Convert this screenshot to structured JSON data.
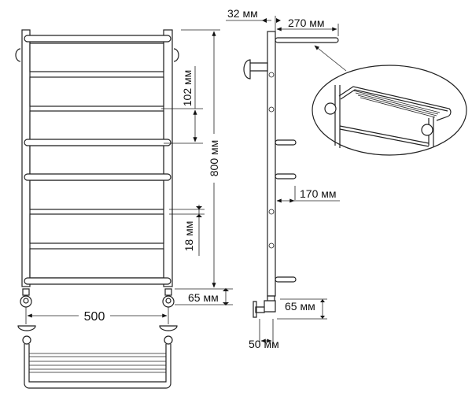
{
  "diagram": {
    "front_view": {
      "height_label": "800 мм",
      "rung_spacing_label": "102 мм",
      "rung_thickness_label": "18 мм",
      "bottom_offset_label": "65 мм",
      "width_label": "500"
    },
    "side_view": {
      "post_depth_label": "32 мм",
      "shelf_depth_label": "270 мм",
      "rung_depth_label": "170 мм",
      "bottom_offset_label": "65 мм",
      "fitting_label": "50 мм"
    },
    "colors": {
      "line": "#222222",
      "background": "#ffffff"
    }
  }
}
